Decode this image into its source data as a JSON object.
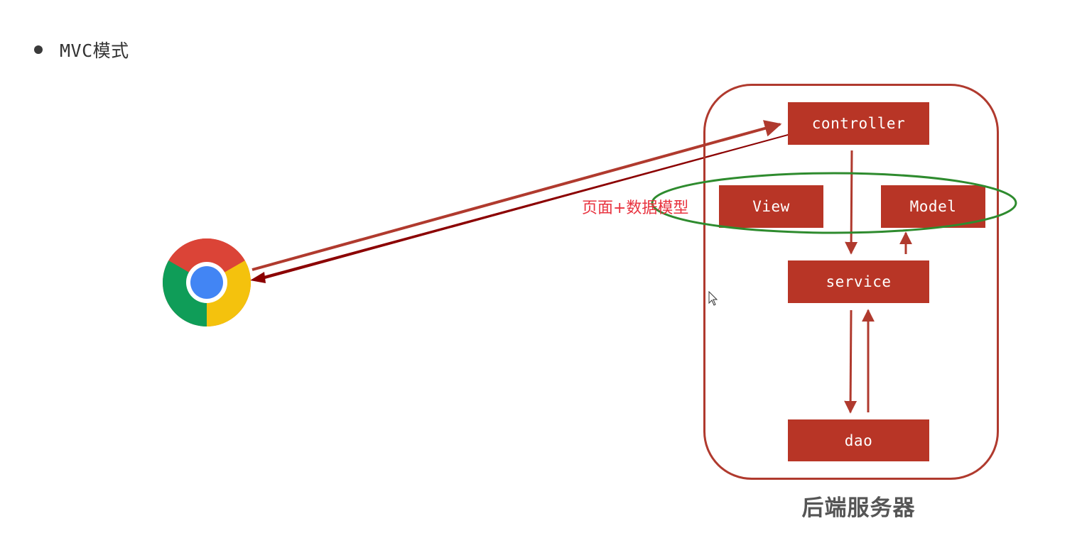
{
  "heading": {
    "text": "MVC模式"
  },
  "diagram": {
    "nodes": {
      "controller": "controller",
      "view": "View",
      "model": "Model",
      "service": "service",
      "dao": "dao"
    },
    "edge_label": "页面+数据模型",
    "server_label": "后端服务器",
    "colors": {
      "node_fill": "#b83526",
      "container_border": "#b03a2e",
      "arrow": "#b03a2e",
      "arrow_dark": "#8b0000",
      "group_ellipse": "#2e8b2e",
      "edge_label": "#e8333f"
    },
    "icons": {
      "browser": "chrome-browser-icon",
      "cursor": "mouse-cursor-icon"
    }
  }
}
